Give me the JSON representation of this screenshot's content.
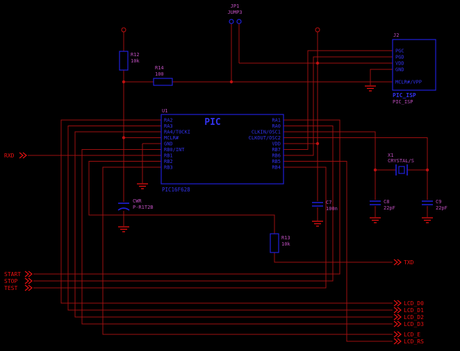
{
  "colors": {
    "background": "#000000",
    "wire": "#a01010",
    "junction": "#c01010",
    "red": "#ee1111",
    "blue": "#2020dd",
    "blueText": "#3333f0",
    "magenta": "#c050c0"
  },
  "components": {
    "jp1": {
      "ref": "JP1",
      "value": "JUMP3"
    },
    "j2": {
      "ref": "J2",
      "name": "PIC_ISP",
      "value": "PIC_ISP",
      "pins": [
        "PGC",
        "PGD",
        "VDD",
        "GND",
        "MCLR#/VPP"
      ]
    },
    "u1": {
      "ref": "U1",
      "title": "PIC",
      "value": "PIC16F628",
      "pins_left": [
        "RA2",
        "RA3",
        "RA4/T0CKI",
        "MCLR#",
        "GND",
        "RB0/INT",
        "RB1",
        "RB2",
        "RB3"
      ],
      "pins_right": [
        "RA1",
        "RA0",
        "CLKIN/OSC1",
        "CLKOUT/OSC2",
        "VDD",
        "RB7",
        "RB6",
        "RB5",
        "RB4"
      ]
    },
    "r12": {
      "ref": "R12",
      "value": "10k"
    },
    "r13": {
      "ref": "R13",
      "value": "10k"
    },
    "r14": {
      "ref": "R14",
      "value": "100"
    },
    "c7": {
      "ref": "C7",
      "value": "100n"
    },
    "c8": {
      "ref": "C8",
      "value": "22pF"
    },
    "c9": {
      "ref": "C9",
      "value": "22pF"
    },
    "x1": {
      "ref": "X1",
      "value": "CRYSTAL/S"
    },
    "cwr": {
      "ref": "CWR",
      "value": "P-R1T2B"
    }
  },
  "signals": {
    "rxd": "RXD",
    "txd": "TXD",
    "start": "START",
    "stop": "STOP",
    "test": "TEST",
    "lcd": [
      "LCD_D0",
      "LCD_D1",
      "LCD_D2",
      "LCD_D3",
      "LCD_E",
      "LCD_RS"
    ]
  }
}
